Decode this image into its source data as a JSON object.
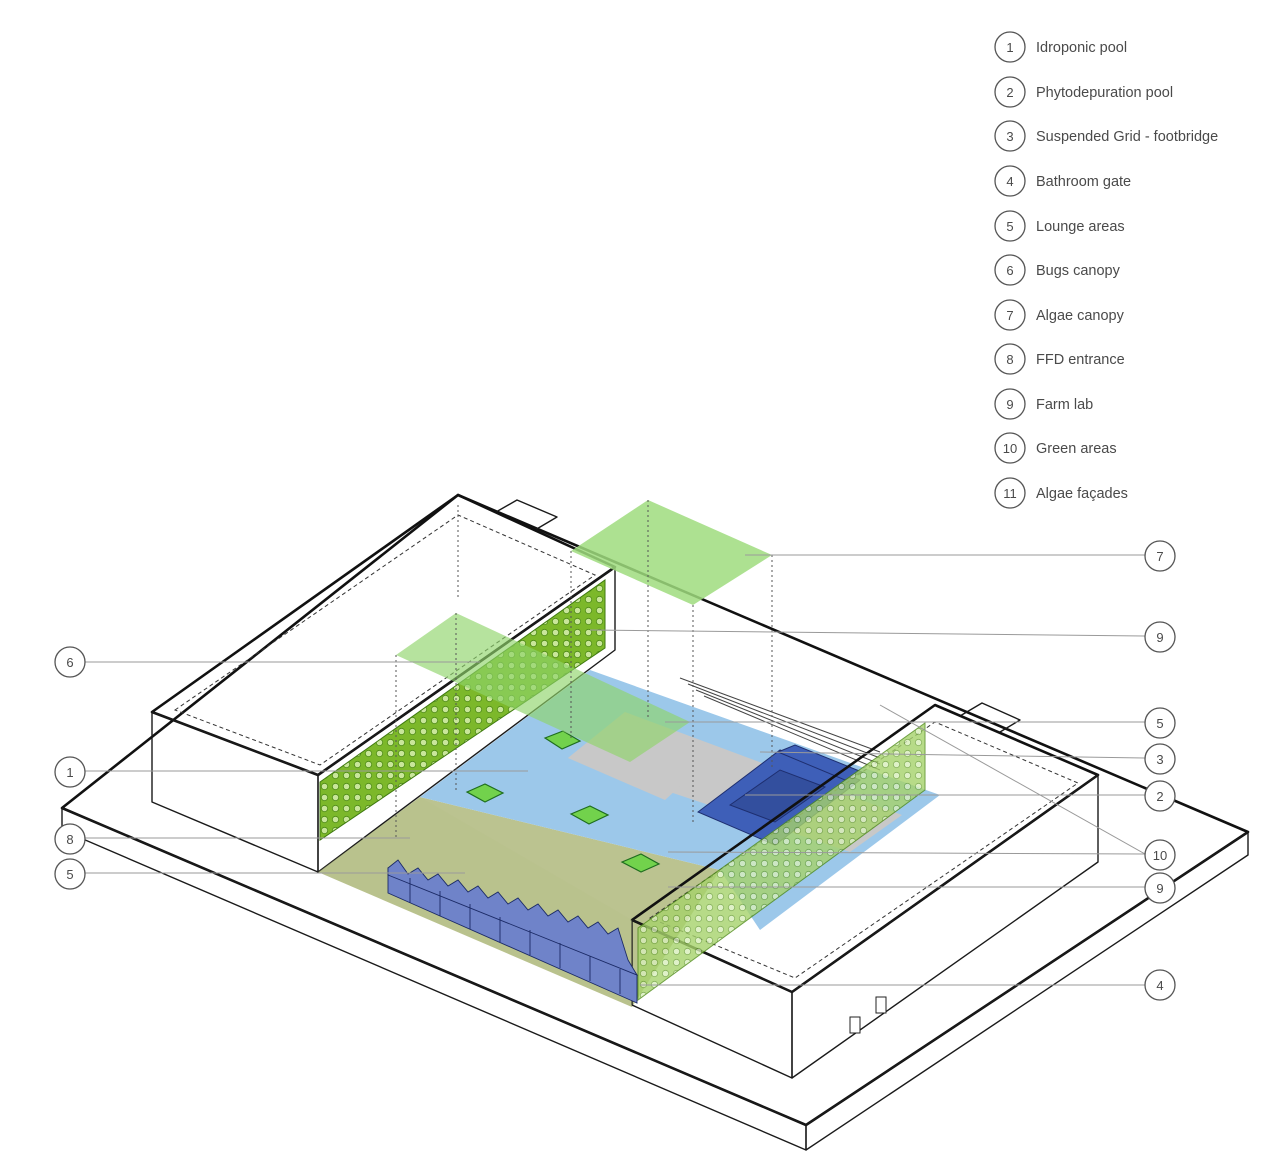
{
  "legend": [
    {
      "num": "1",
      "label": "Idroponic pool"
    },
    {
      "num": "2",
      "label": "Phytodepuration pool"
    },
    {
      "num": "3",
      "label": "Suspended Grid - footbridge"
    },
    {
      "num": "4",
      "label": "Bathroom gate"
    },
    {
      "num": "5",
      "label": "Lounge areas"
    },
    {
      "num": "6",
      "label": "Bugs canopy"
    },
    {
      "num": "7",
      "label": "Algae canopy"
    },
    {
      "num": "8",
      "label": "FFD entrance"
    },
    {
      "num": "9",
      "label": "Farm lab"
    },
    {
      "num": "10",
      "label": "Green areas"
    },
    {
      "num": "11",
      "label": "Algae façades"
    }
  ],
  "callouts": {
    "c7": "7",
    "c9a": "9",
    "c6": "6",
    "c5a": "5",
    "c3": "3",
    "c1": "1",
    "c2": "2",
    "c8": "8",
    "c10": "10",
    "c5b": "5",
    "c9b": "9",
    "c4": "4"
  },
  "colors": {
    "water_blue": "#9cc8ea",
    "deep_blue": "#3e5fb8",
    "canopy_green": "#9fdc7e",
    "facade_green": "#7cb82a",
    "olive_ground": "#b7c08a",
    "grey_footbridge": "#c8c8c8",
    "gate_blue": "#6f83c9"
  }
}
